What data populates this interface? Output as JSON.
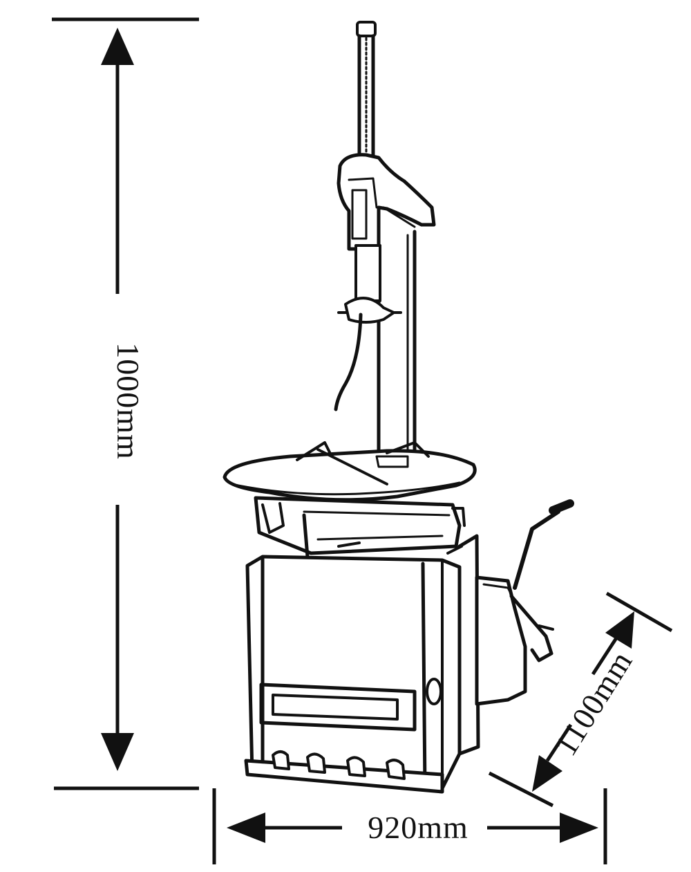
{
  "dimensions": {
    "height": {
      "label": "1000mm"
    },
    "width": {
      "label": "920mm"
    },
    "depth": {
      "label": "1100mm"
    }
  },
  "colors": {
    "ink": "#111111",
    "background": "#ffffff"
  }
}
